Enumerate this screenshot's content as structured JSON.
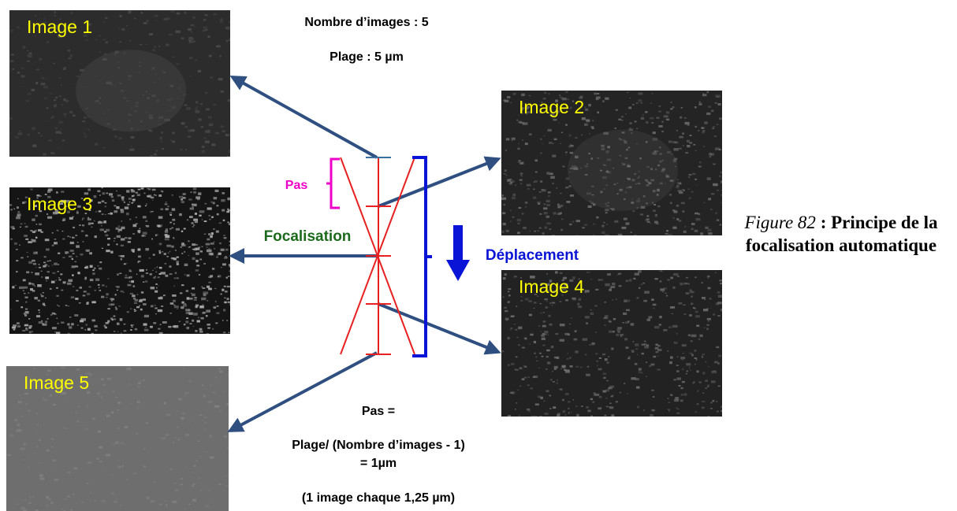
{
  "images": [
    {
      "label": "Image 1",
      "base": "#2c2c2c",
      "speck": "#4a4a4a",
      "level": 0.35,
      "center_glow": true
    },
    {
      "label": "Image 2",
      "base": "#242424",
      "speck": "#6a6a6a",
      "level": 0.55,
      "center_glow": true
    },
    {
      "label": "Image 3",
      "base": "#151515",
      "speck": "#b0b0b0",
      "level": 0.9,
      "center_glow": false
    },
    {
      "label": "Image 4",
      "base": "#222222",
      "speck": "#6c6c6c",
      "level": 0.55,
      "center_glow": false
    },
    {
      "label": "Image 5",
      "base": "#6e6e6e",
      "speck": "#808080",
      "level": 0.25,
      "center_glow": false
    }
  ],
  "top_text": {
    "count": "Nombre d’images : 5",
    "range": "Plage : 5 µm"
  },
  "labels": {
    "step": "Pas",
    "focus": "Focalisation",
    "displacement": "Déplacement"
  },
  "formula": {
    "line1": "Pas =",
    "line2": "Plage/ (Nombre d’images - 1)",
    "line3": "= 1µm",
    "line4": "(1 image chaque 1,25 µm)"
  },
  "caption": {
    "number": "Figure 82",
    "separator": " : ",
    "title": "Principe de la focalisation automatique"
  },
  "colors": {
    "image_label": "#ffff00",
    "arrow": "#2e4f80",
    "stack_lines": "#e8201f",
    "step_bracket": "#ee00c8",
    "displacement": "#0a14d6",
    "focus_text": "#1c6a1c"
  }
}
